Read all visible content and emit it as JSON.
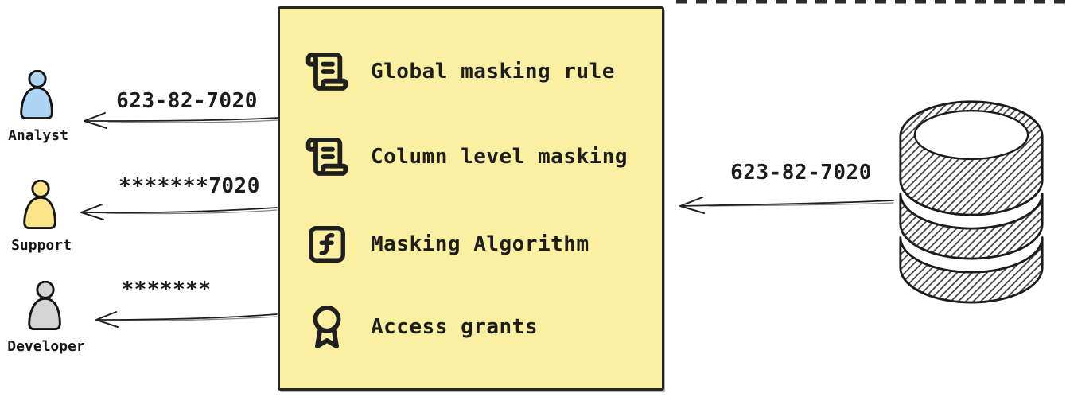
{
  "canvas": {
    "background": "#ffffff",
    "ink": "#1f1f1f"
  },
  "actors": [
    {
      "label": "Analyst",
      "fill": "#aed5f3",
      "received_value": "623-82-7020"
    },
    {
      "label": "Support",
      "fill": "#fce588",
      "received_value": "*******7020"
    },
    {
      "label": "Developer",
      "fill": "#d4d4d4",
      "received_value": "*******"
    }
  ],
  "masking_box": {
    "fill": "#fbf0a1",
    "border_color": "#262626",
    "items": [
      {
        "icon": "scroll-text-icon",
        "label": "Global masking rule"
      },
      {
        "icon": "scroll-text-icon",
        "label": "Column level masking"
      },
      {
        "icon": "function-square-icon",
        "label": "Masking Algorithm"
      },
      {
        "icon": "award-icon",
        "label": "Access grants"
      }
    ]
  },
  "database": {
    "icon": "database-icon",
    "sent_value": "623-82-7020",
    "hatch_color": "#3c3c3c"
  }
}
